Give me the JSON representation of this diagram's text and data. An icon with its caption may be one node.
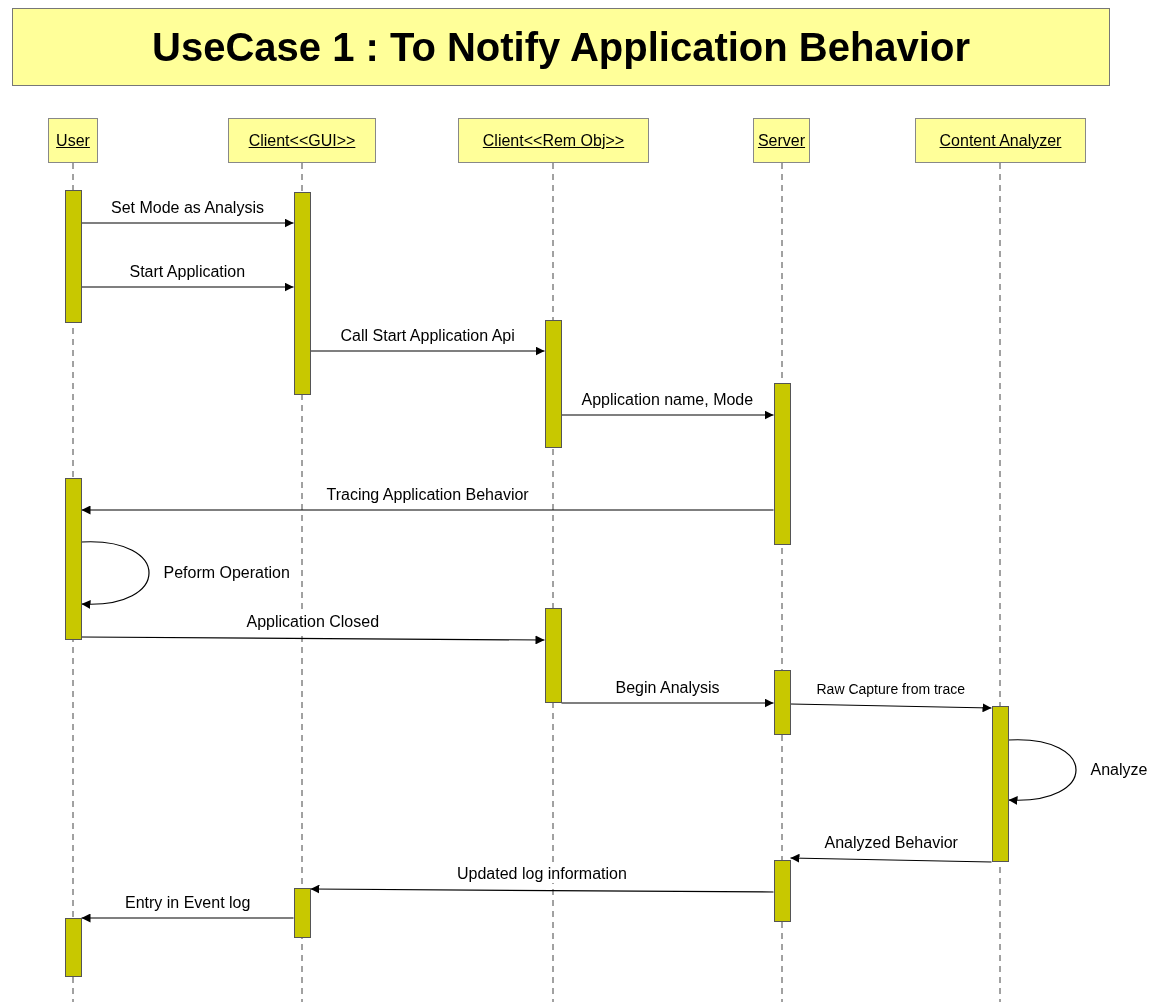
{
  "diagram": {
    "title": "UseCase 1 :  To Notify Application Behavior",
    "nodes": [
      {
        "text": [
          "User"
        ]
      },
      {
        "text": [
          "Client<<GUI>>"
        ]
      },
      {
        "text": [
          "Client<<Rem Obj>>"
        ]
      },
      {
        "text": [
          "Server"
        ]
      },
      {
        "text": [
          "Content Analyzer"
        ]
      },
      {
        "text": [],
        "shape": "bar"
      },
      {
        "text": [],
        "shape": "bar"
      },
      {
        "text": [],
        "shape": "bar"
      },
      {
        "text": [],
        "shape": "bar"
      },
      {
        "text": [],
        "shape": "bar"
      },
      {
        "text": [],
        "shape": "bar"
      },
      {
        "text": [],
        "shape": "bar"
      },
      {
        "text": [],
        "shape": "bar"
      },
      {
        "text": [],
        "shape": "bar"
      },
      {
        "text": [],
        "shape": "bar"
      },
      {
        "text": [],
        "shape": "bar"
      }
    ],
    "edges": [
      {
        "from": 5,
        "to": 6,
        "arrow": "to",
        "label": "Set Mode as Analysis"
      },
      {
        "from": 5,
        "to": 6,
        "arrow": "to",
        "label": "Start Application"
      },
      {
        "from": 6,
        "to": 7,
        "arrow": "to",
        "label": "Call Start Application Api"
      },
      {
        "from": 7,
        "to": 8,
        "arrow": "to",
        "label": "Application name, Mode"
      },
      {
        "from": 8,
        "to": 9,
        "arrow": "to",
        "label": "Tracing Application Behavior"
      },
      {
        "from": 9,
        "to": 9,
        "arrow": "to",
        "label": "Peform Operation"
      },
      {
        "from": 9,
        "to": 10,
        "arrow": "to",
        "label": "Application Closed"
      },
      {
        "from": 10,
        "to": 11,
        "arrow": "to",
        "label": "Begin Analysis"
      },
      {
        "from": 11,
        "to": 12,
        "arrow": "to",
        "label": "Raw Capture from trace"
      },
      {
        "from": 12,
        "to": 12,
        "arrow": "to",
        "label": "Analyze"
      },
      {
        "from": 12,
        "to": 13,
        "arrow": "to",
        "label": "Analyzed Behavior"
      },
      {
        "from": 13,
        "to": 14,
        "arrow": "to",
        "label": "Updated log information"
      },
      {
        "from": 14,
        "to": 15,
        "arrow": "to",
        "label": "Entry in Event log"
      }
    ]
  }
}
